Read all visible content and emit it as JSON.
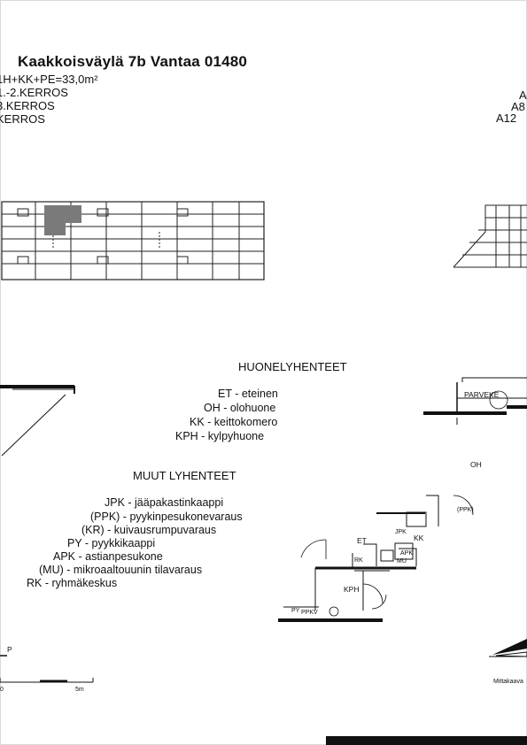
{
  "header": {
    "title": "Kaakkoisväylä 7b Vantaa 01480",
    "lines": [
      "1H+KK+PE=33,0m²",
      "1.-2.KERROS",
      "3.KERROS",
      "KERROS"
    ]
  },
  "right_fragments": [
    "A",
    "A8",
    "A12"
  ],
  "legend": {
    "heading_rooms": "HUONELYHENTEET",
    "rooms": [
      "ET - eteinen",
      "OH - olohuone",
      "KK - keittokomero",
      "KPH - kylpyhuone"
    ],
    "heading_other": "MUUT LYHENTEET",
    "other": [
      "JPK - jääpakastinkaappi",
      "(PPK) - pyykinpesukonevaraus",
      "(KR) - kuivausrumpuvaraus",
      "PY - pyykkikaappi",
      "APK - astianpesukone",
      "(MU) - mikroaaltouunin tilavaraus",
      "RK - ryhmäkeskus"
    ]
  },
  "plan_labels": {
    "balcony": "PARVEKE",
    "living": "OH",
    "ppk": "(PPK)",
    "kk": "KK",
    "et": "ET",
    "jpk": "JPK",
    "apk": "APK",
    "mu": "MU",
    "rk": "RK",
    "kph": "KPH",
    "py": "PY",
    "ppkv": "PPKV"
  },
  "scale": {
    "north": "P",
    "zero": "0",
    "five": "5m",
    "ratio_label": "Mittakaava"
  }
}
